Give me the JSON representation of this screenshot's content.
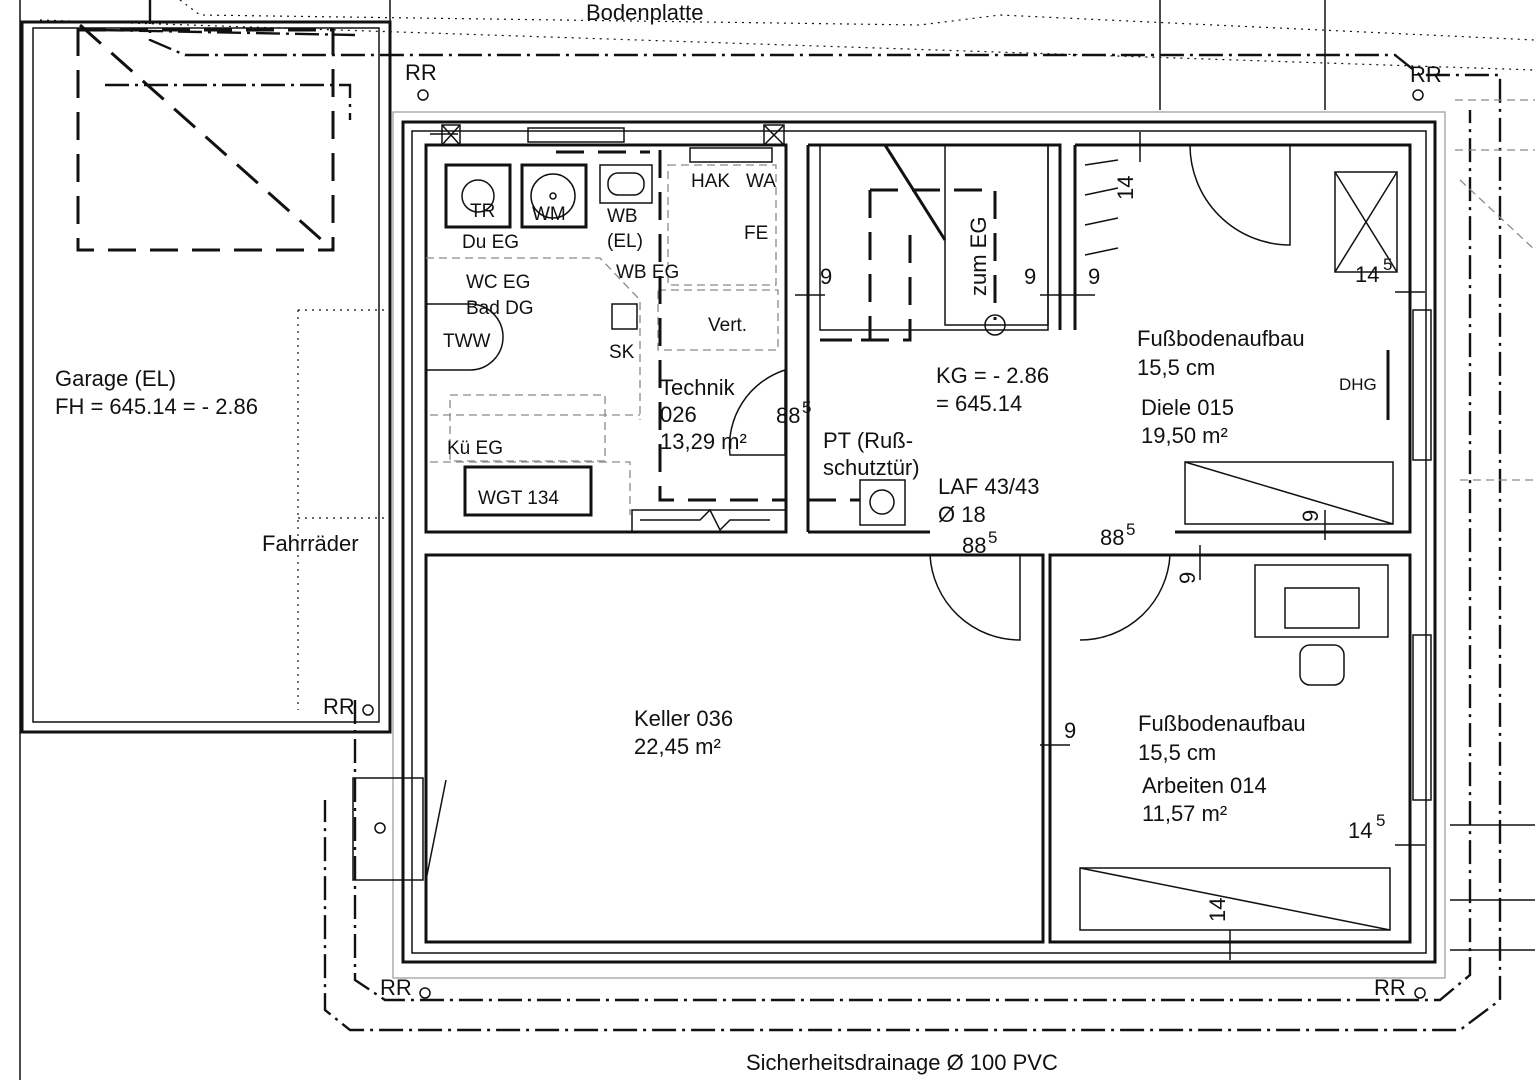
{
  "title_top": "Bodenplatte",
  "drainage": "Sicherheitsdrainage Ø 100 PVC",
  "rr_label": "RR",
  "garage": {
    "name": "Garage (EL)",
    "fh": "FH = 645.14 = - 2.86",
    "bikes": "Fahrräder"
  },
  "technik": {
    "tr": "TR",
    "wm": "WM",
    "wb": "WB",
    "wb_el": "(EL)",
    "du_eg": "Du EG",
    "hak": "HAK",
    "wa": "WA",
    "fe": "FE",
    "wc_eg": "WC EG",
    "bad_dg": "Bad DG",
    "wb_eg": "WB EG",
    "tww": "TWW",
    "sk": "SK",
    "vert": "Vert.",
    "ku_eg": "Kü EG",
    "wgt": "WGT 134",
    "name": "Technik",
    "num": "026",
    "area": "13,29 m²"
  },
  "stair": {
    "label": "zum EG"
  },
  "level": {
    "kg": "KG = - 2.86",
    "abs": "= 645.14"
  },
  "pt": {
    "line1": "PT (Ruß-",
    "line2": "schutztür)"
  },
  "laf": {
    "line1": "LAF 43/43",
    "line2": "Ø 18"
  },
  "diele": {
    "floor1": "Fußbodenaufbau",
    "floor2": "15,5 cm",
    "name": "Diele 015",
    "area": "19,50 m²",
    "dhg": "DHG"
  },
  "keller": {
    "name": "Keller 036",
    "area": "22,45 m²"
  },
  "arbeiten": {
    "floor1": "Fußbodenaufbau",
    "floor2": "15,5 cm",
    "name": "Arbeiten 014",
    "area": "11,57 m²"
  },
  "dims": {
    "nine": "9",
    "d14": "14",
    "d88": "88",
    "sup5": "5"
  }
}
